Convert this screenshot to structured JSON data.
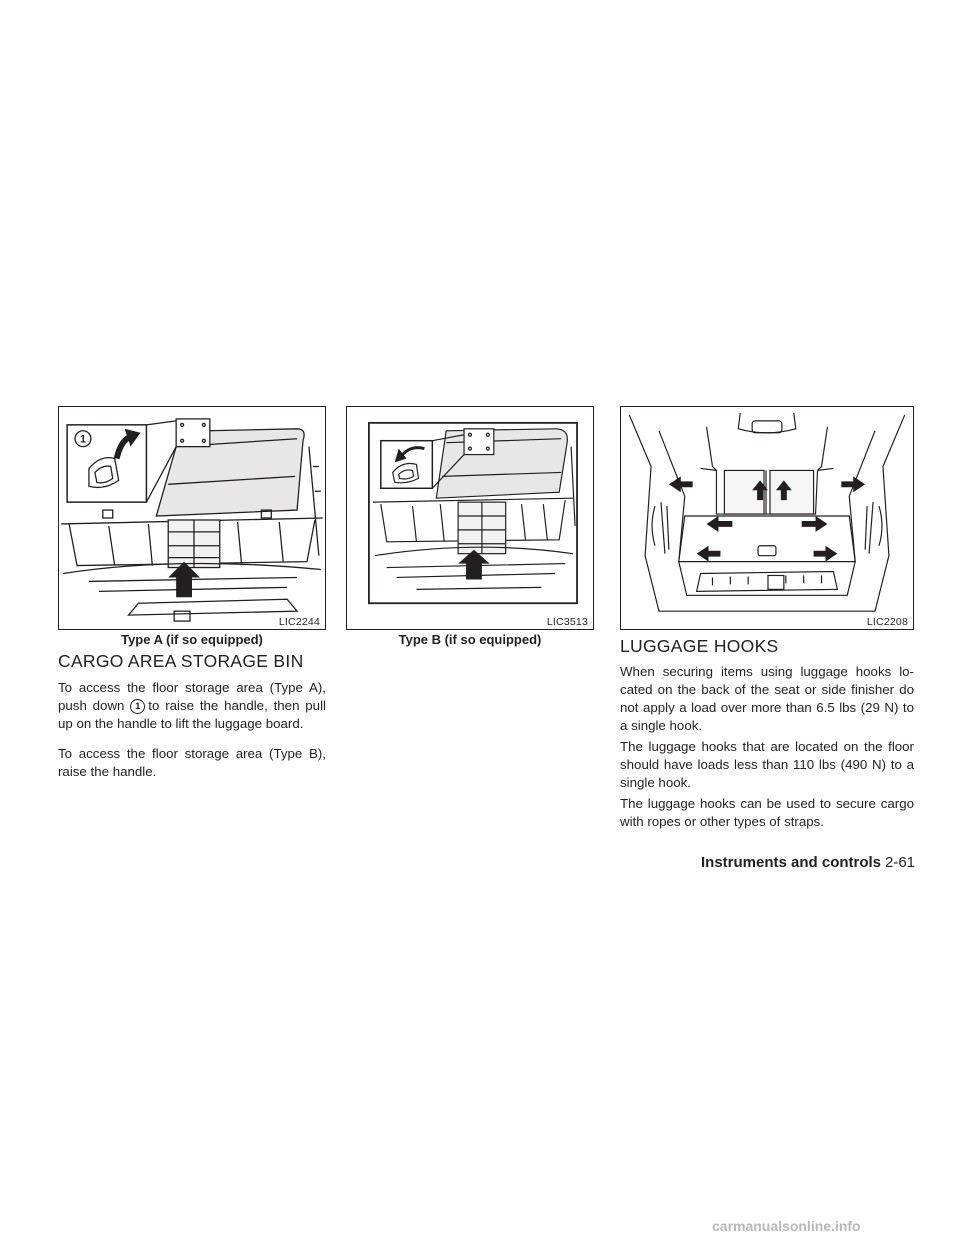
{
  "figures": {
    "fig_a": {
      "code": "LIC2244",
      "caption": "Type A (if so equipped)",
      "callout": "1"
    },
    "fig_b": {
      "code": "LIC3513",
      "caption": "Type B (if so equipped)"
    },
    "fig_c": {
      "code": "LIC2208"
    }
  },
  "cargo": {
    "heading": "CARGO AREA STORAGE BIN",
    "p1_before": "To access the floor storage area (Type A), push down",
    "p1_callout": "1",
    "p1_after": "to raise the handle, then pull up on the handle to lift the luggage board.",
    "p2": "To access the floor storage area (Type B), raise the handle."
  },
  "luggage": {
    "heading": "LUGGAGE HOOKS",
    "p1": "When securing items using luggage hooks lo- cated on the back of the seat or side finisher do not apply a load over more than 6.5 lbs (29 N) to a single hook.",
    "p2": "The luggage hooks that are located on the floor should have loads less than 110 lbs (490 N) to a single hook.",
    "p3": "The luggage hooks can be used to secure cargo with ropes or other types of straps."
  },
  "footer": {
    "section": "Instruments and controls",
    "page": "2-61"
  },
  "watermark": "carmanualsonline.info"
}
